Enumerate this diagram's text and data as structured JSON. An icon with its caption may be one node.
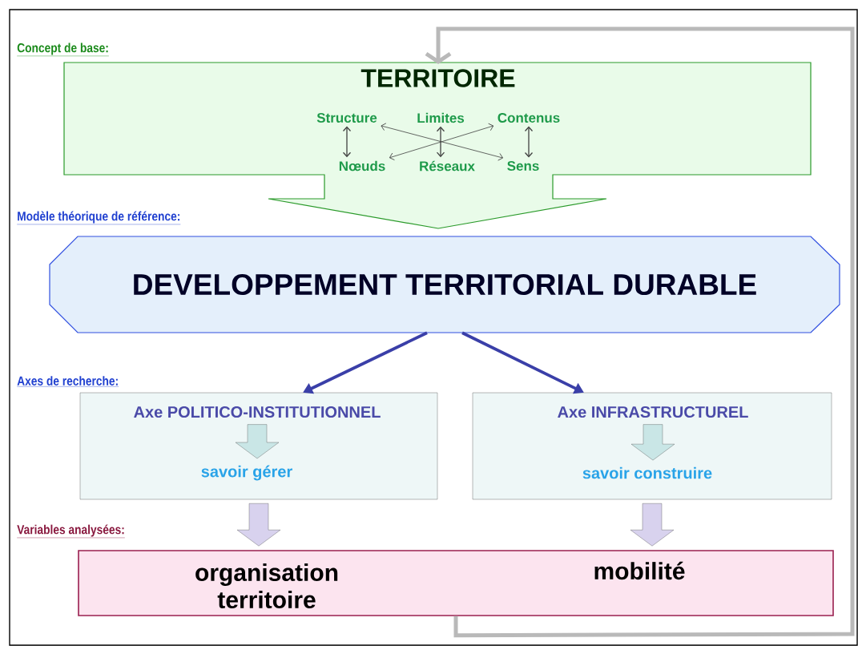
{
  "diagram": {
    "nodes": [
      {
        "text": [
          "TERRITOIRE"
        ]
      },
      {
        "text": [
          "Structure"
        ],
        "in": 0
      },
      {
        "text": [
          "Limites"
        ],
        "in": 0
      },
      {
        "text": [
          "Contenus"
        ],
        "in": 0
      },
      {
        "text": [
          "Nœuds"
        ],
        "in": 0
      },
      {
        "text": [
          "Réseaux"
        ],
        "in": 0
      },
      {
        "text": [
          "Sens"
        ],
        "in": 0
      },
      {
        "text": [
          "DEVELOPPEMENT TERRITORIAL DURABLE"
        ]
      },
      {
        "text": [],
        "shape": "box"
      },
      {
        "text": [
          "Axe POLITICO-INSTITUTIONNEL"
        ],
        "in": 8
      },
      {
        "text": [
          "savoir gérer"
        ],
        "in": 8
      },
      {
        "text": [],
        "shape": "box"
      },
      {
        "text": [
          "Axe INFRASTRUCTUREL"
        ],
        "in": 11
      },
      {
        "text": [
          "savoir construire"
        ],
        "in": 11
      },
      {
        "text": [],
        "shape": "box"
      },
      {
        "text": [
          "organisation territoire"
        ],
        "in": 14
      },
      {
        "text": [
          "mobilité"
        ],
        "in": 14
      }
    ],
    "edges": [
      {
        "from": 1,
        "to": 4,
        "arrow": "both"
      },
      {
        "from": 2,
        "to": 5,
        "arrow": "both"
      },
      {
        "from": 3,
        "to": 6,
        "arrow": "both"
      },
      {
        "from": 1,
        "to": 6,
        "arrow": "both"
      },
      {
        "from": 4,
        "to": 3,
        "arrow": "both"
      },
      {
        "from": 7,
        "to": 8,
        "arrow": "to",
        "style": "thick",
        "color": "#3a3fa8"
      },
      {
        "from": 7,
        "to": 11,
        "arrow": "to",
        "style": "thick",
        "color": "#3a3fa8"
      },
      {
        "from": 9,
        "to": 10,
        "arrow": "to",
        "style": "thick"
      },
      {
        "from": 12,
        "to": 13,
        "arrow": "to",
        "style": "thick"
      },
      {
        "from": 8,
        "to": 14,
        "arrow": "to",
        "style": "thick"
      },
      {
        "from": 11,
        "to": 14,
        "arrow": "to",
        "style": "thick"
      },
      {
        "from": 14,
        "to": 0,
        "arrow": "to",
        "style": "thick",
        "color": "#b9b9b9"
      }
    ],
    "labels": [
      "Concept de base:",
      "Modèle théorique de référence:",
      "Axes de recherche:",
      "Variables analysées:"
    ]
  }
}
